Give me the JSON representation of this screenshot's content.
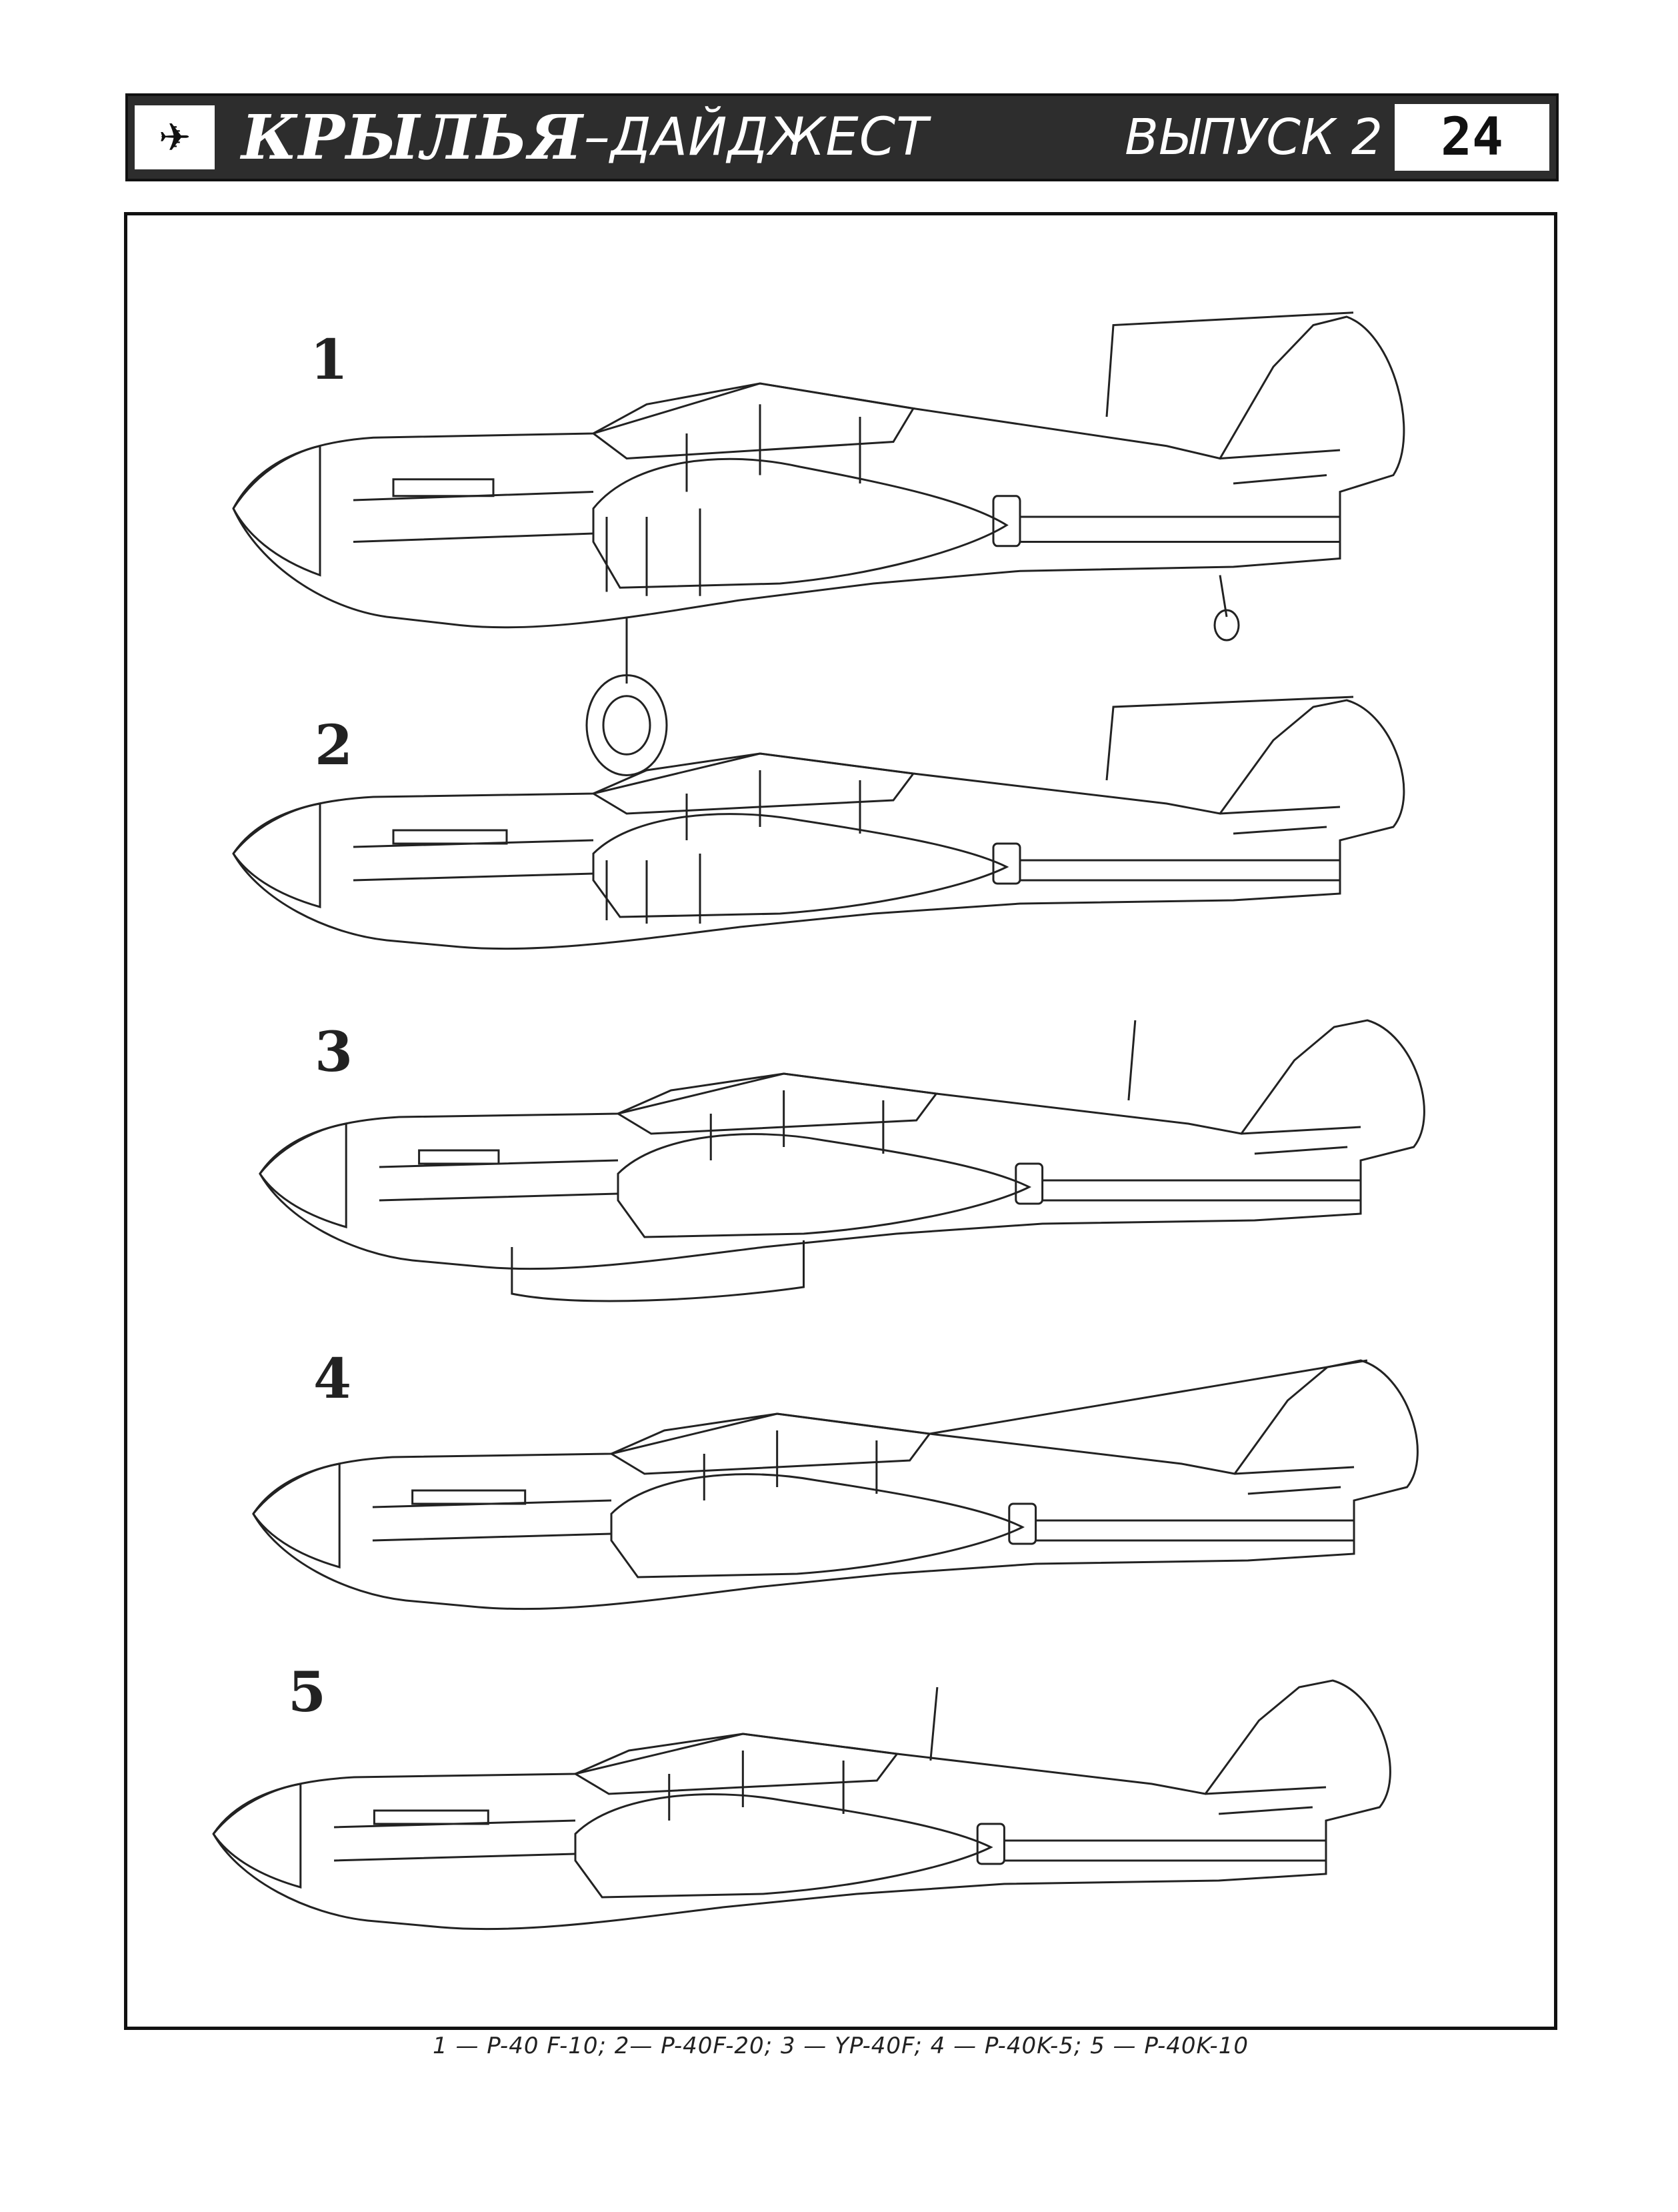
{
  "header": {
    "logo_icon": "plane-icon",
    "title_main": "КРЫЛЬЯ",
    "title_sub": "–ДАЙДЖЕСТ",
    "issue": "ВЫПУСК 2",
    "page_number": "24"
  },
  "figures": [
    {
      "number": "1"
    },
    {
      "number": "2"
    },
    {
      "number": "3"
    },
    {
      "number": "4"
    },
    {
      "number": "5"
    }
  ],
  "caption": "1 — P-40 F-10;  2— P-40F-20; 3 — YP-40F; 4 — P-40K-5; 5 —  P-40K-10"
}
